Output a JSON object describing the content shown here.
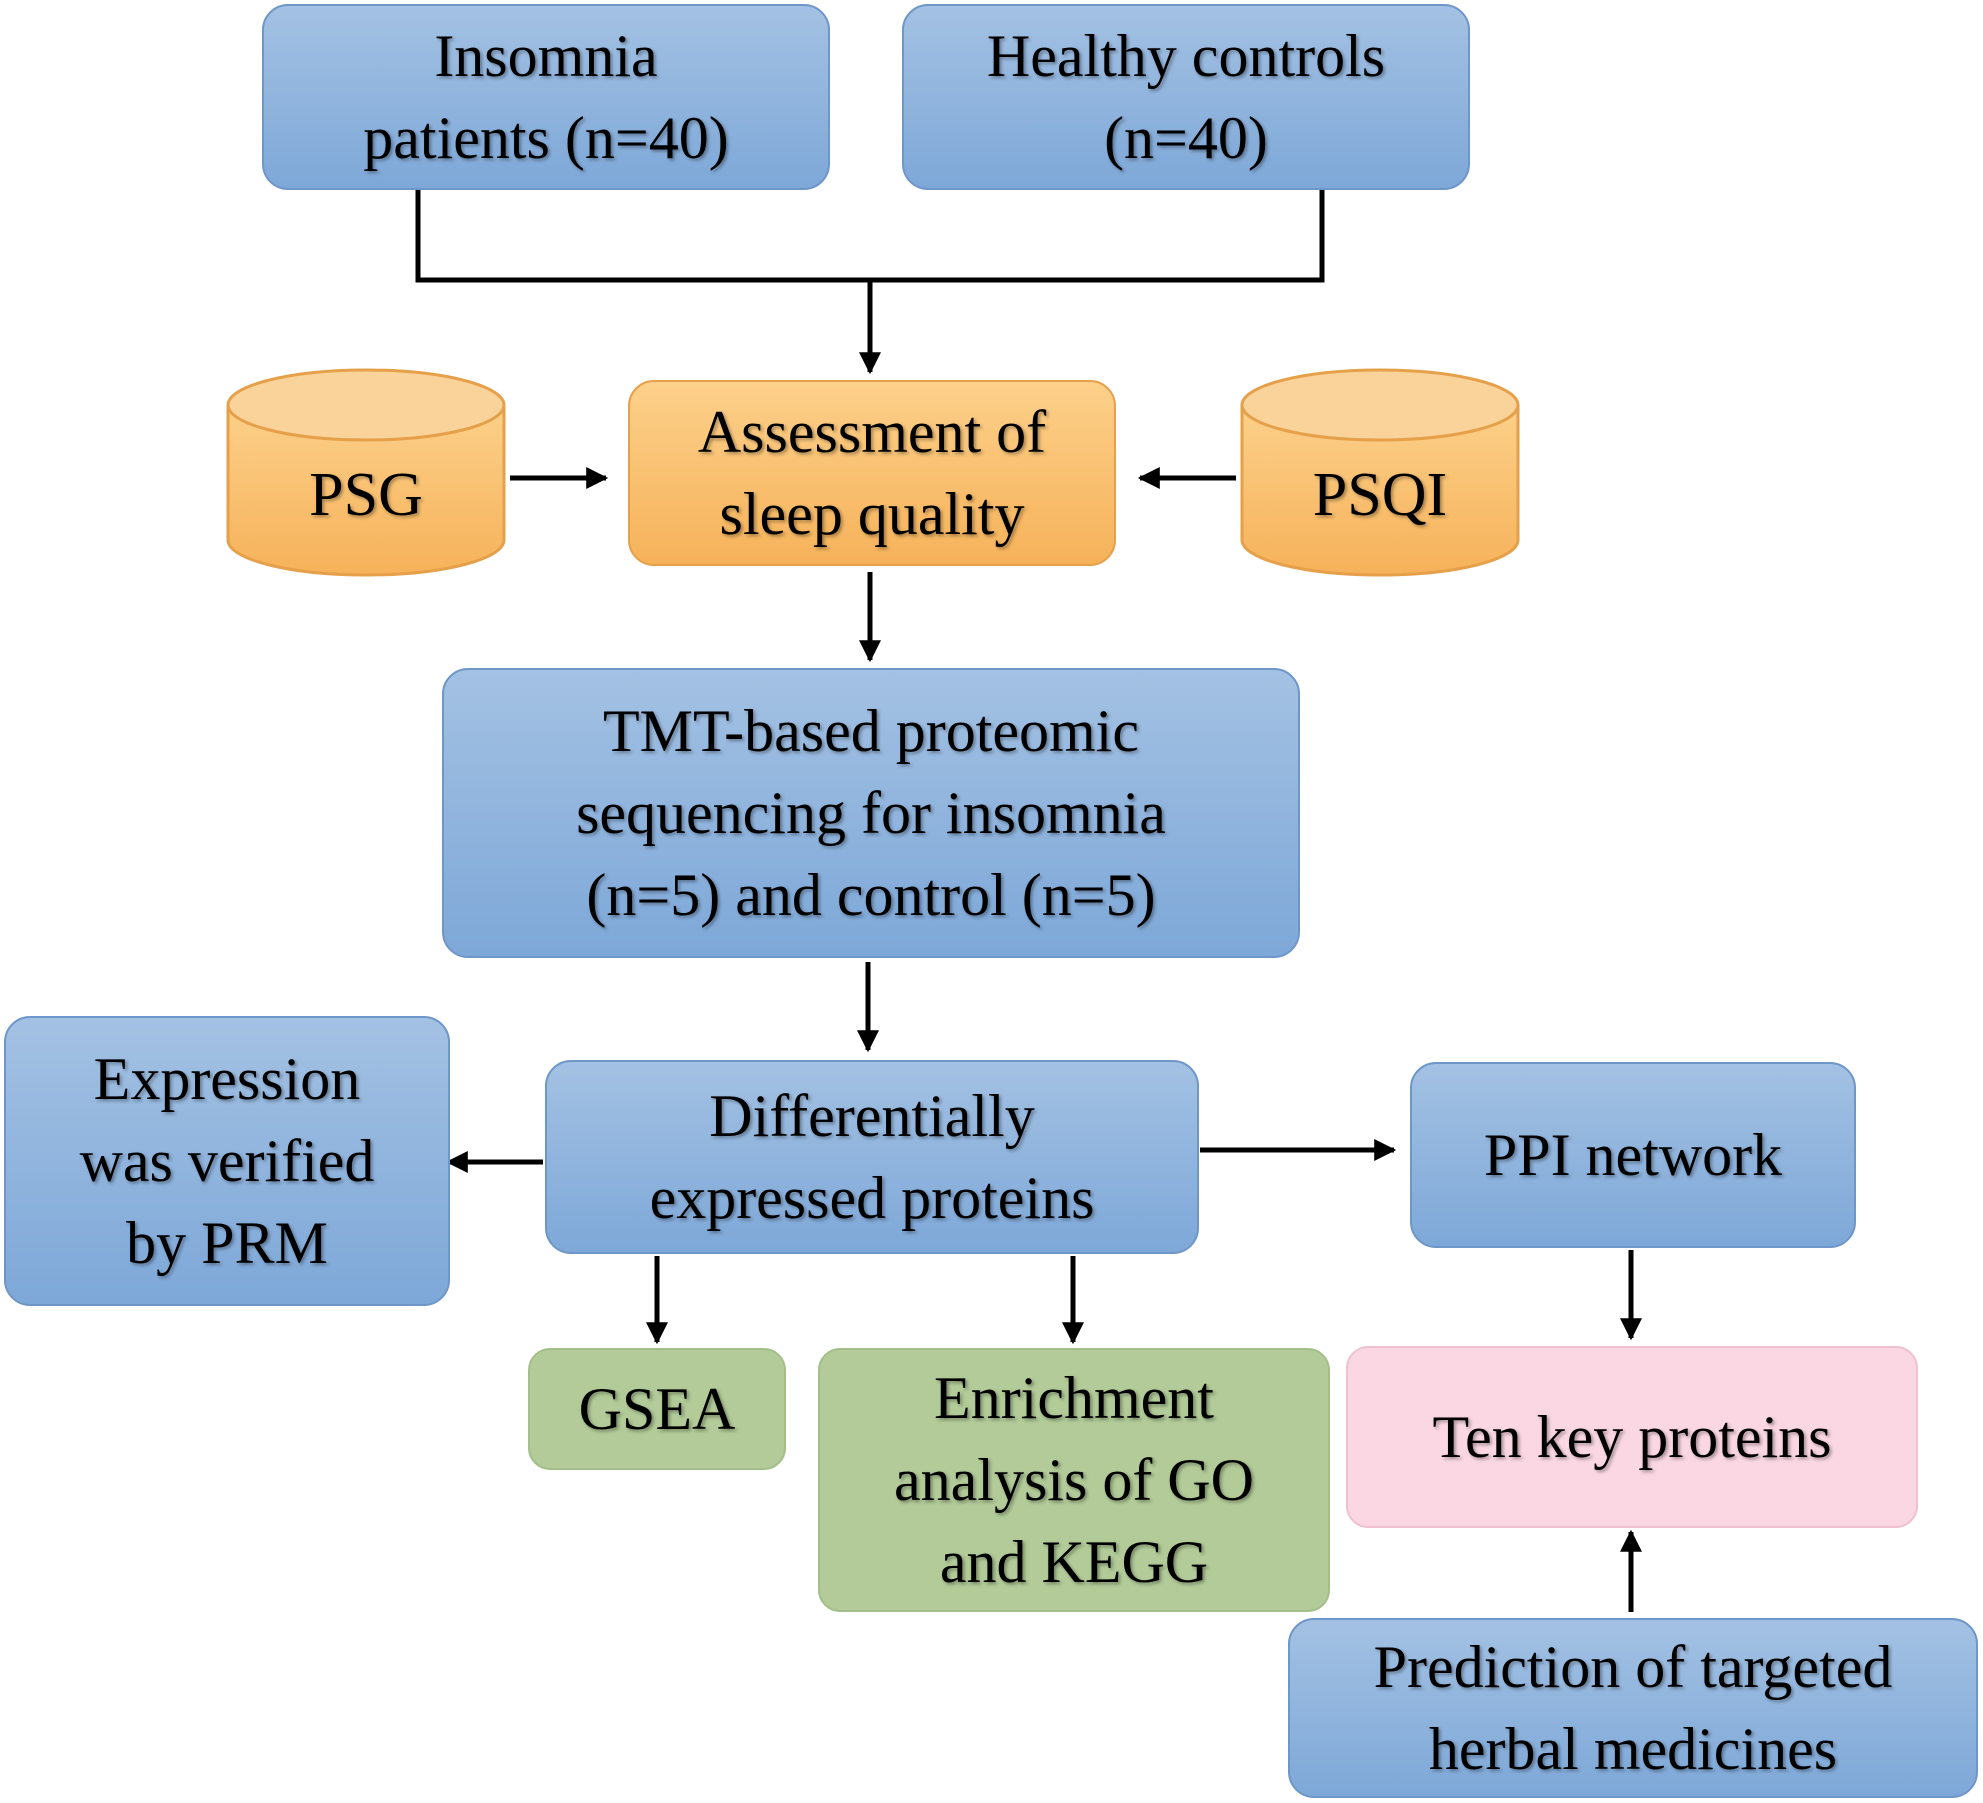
{
  "nodes": {
    "insomnia_patients": "Insomnia\npatients (n=40)",
    "healthy_controls": "Healthy controls\n(n=40)",
    "psg": "PSG",
    "assessment": "Assessment of\nsleep quality",
    "psqi": "PSQI",
    "tmt": "TMT-based proteomic\nsequencing for insomnia\n(n=5)  and control (n=5)",
    "deps": "Differentially\nexpressed proteins",
    "prm": "Expression\nwas verified\nby PRM",
    "ppi": "PPI network",
    "gsea": "GSEA",
    "enrichment": "Enrichment\nanalysis of GO\nand KEGG",
    "ten_key": "Ten key proteins",
    "herbal": "Prediction of targeted\nherbal medicines"
  },
  "colors": {
    "blue": "#8fb3de",
    "orange": "#f9c274",
    "green": "#b2cb98",
    "pink": "#fad7e2",
    "arrow": "#000000"
  }
}
